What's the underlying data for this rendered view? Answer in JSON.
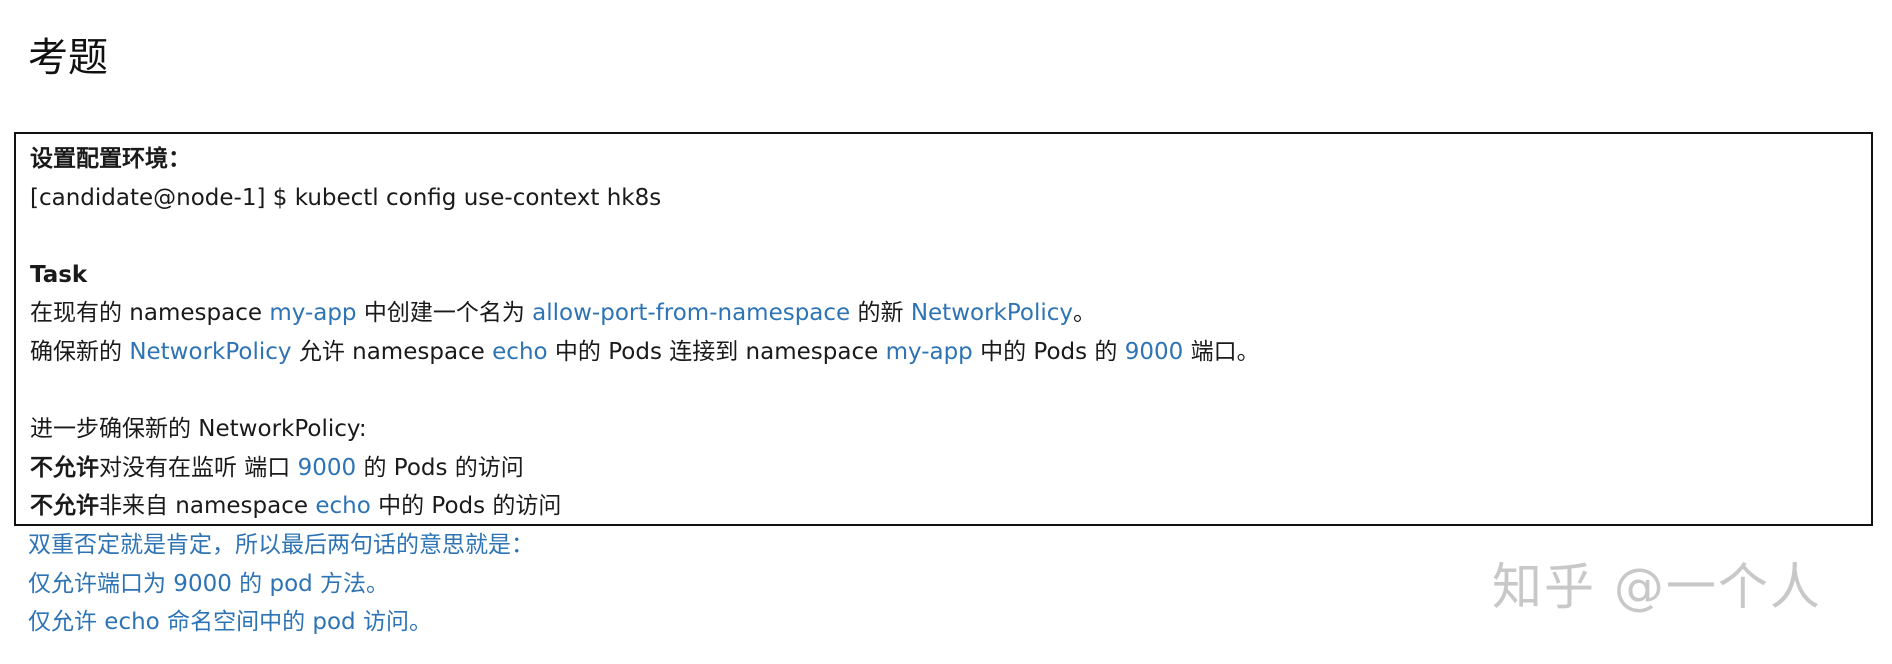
{
  "title": "考题",
  "box": {
    "setup_heading": "设置配置环境：",
    "setup_command": "[candidate@node-1] $ kubectl config use-context hk8s",
    "task_heading": "Task",
    "line1": {
      "p1": "在现有的 namespace ",
      "ns": "my-app",
      "p2": " 中创建一个名为 ",
      "policy_name": "allow-port-from-namespace",
      "p3": " 的新 ",
      "kind": "NetworkPolicy",
      "p4": "。"
    },
    "line2": {
      "p1": "确保新的 ",
      "kind": "NetworkPolicy",
      "p2": " 允许 namespace ",
      "src_ns": "echo",
      "p3": " 中的 Pods 连接到 namespace ",
      "dst_ns": "my-app",
      "p4": " 中的 Pods 的 ",
      "port": "9000",
      "p5": " 端口。"
    },
    "further": "进一步确保新的 NetworkPolicy:",
    "rule1": {
      "bold": "不允许",
      "p1": "对没有在监听  端口 ",
      "port": "9000",
      "p2": " 的 Pods 的访问"
    },
    "rule2": {
      "bold": "不允许",
      "p1": "非来自  namespace ",
      "ns": "echo",
      "p2": " 中的 Pods 的访问"
    }
  },
  "notes": [
    "双重否定就是肯定，所以最后两句话的意思就是：",
    "仅允许端口为 9000 的 pod 方法。",
    "仅允许 echo 命名空间中的 pod 访问。"
  ],
  "watermark": "知乎 @一个人",
  "colors": {
    "accent": "#2e74b5",
    "text": "#1a1a1a",
    "watermark": "#c8c8c8"
  }
}
